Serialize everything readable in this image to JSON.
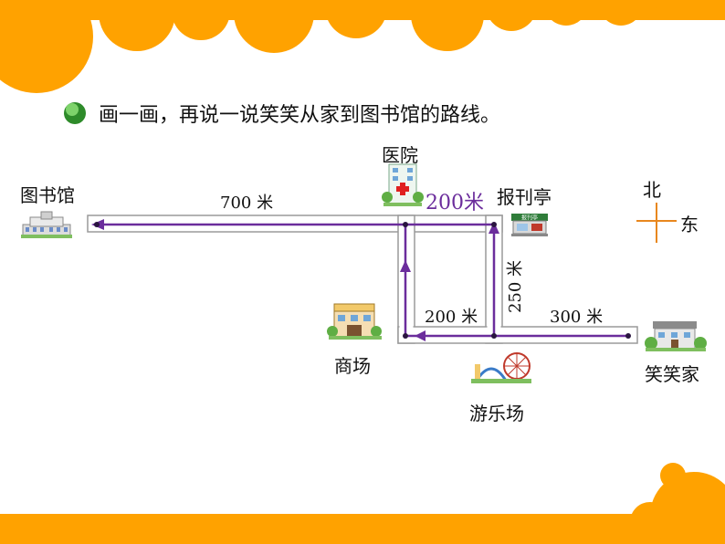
{
  "instruction": "画一画，再说一说笑笑从家到图书馆的路线。",
  "places": {
    "library": "图书馆",
    "hospital": "医院",
    "newsstand": "报刊亭",
    "mall": "商场",
    "amusement_park": "游乐场",
    "home": "笑笑家",
    "newsstand_sign": "报刊亭"
  },
  "distances": {
    "library_to_hospital": "700 米",
    "hospital_to_newsstand": "200米",
    "newsstand_to_park": "250 米",
    "mall_to_park": "200 米",
    "park_to_home": "300 米"
  },
  "compass": {
    "north": "北",
    "east": "东"
  },
  "colors": {
    "orange": "#FFA200",
    "route": "#6B2D9C",
    "bullet": "#3BA635",
    "road": "#9a9a9a"
  },
  "icons": {
    "bullet": "green-bullet-icon",
    "library": "library-building-icon",
    "hospital": "hospital-building-icon",
    "newsstand": "newsstand-icon",
    "mall": "mall-building-icon",
    "park": "ferris-wheel-icon",
    "home": "house-icon"
  }
}
